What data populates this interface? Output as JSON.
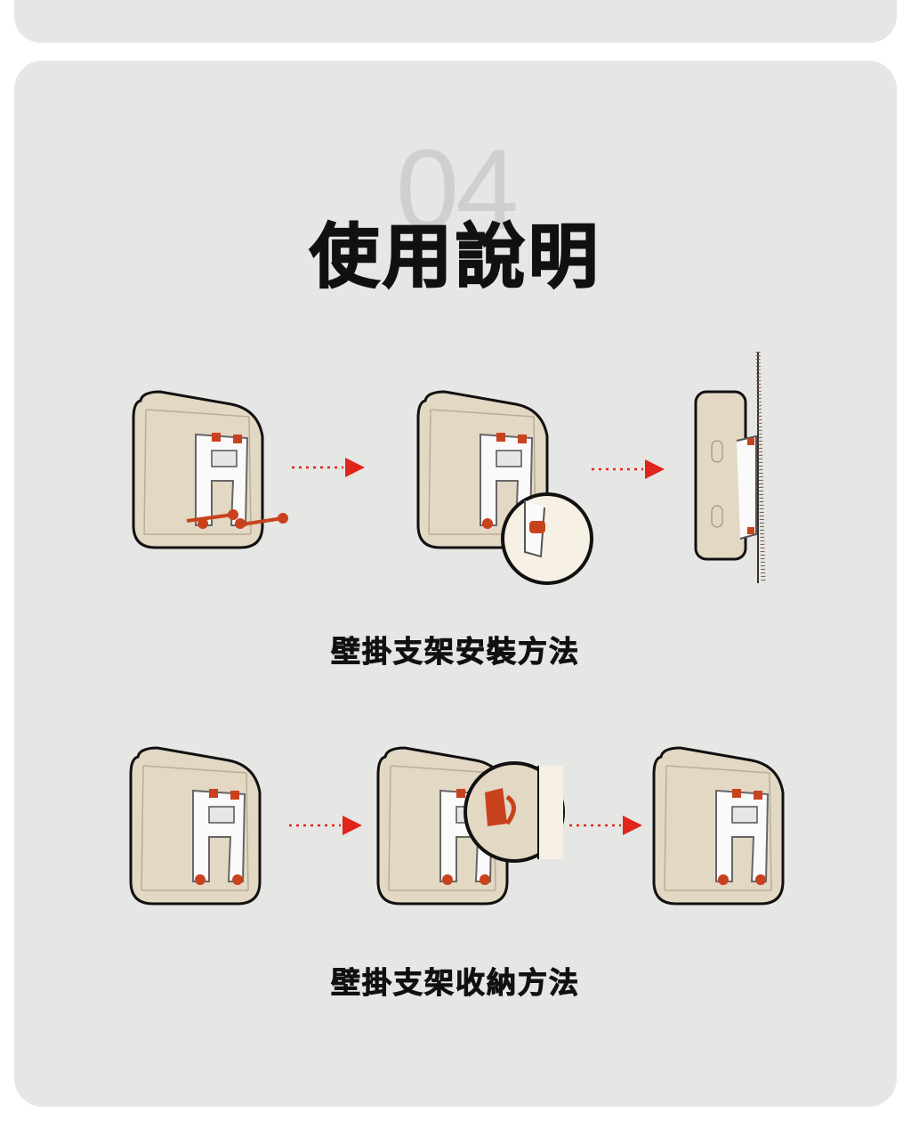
{
  "section": {
    "number": "04",
    "title": "使用說明"
  },
  "steps": [
    {
      "caption": "壁掛支架安裝方法"
    },
    {
      "caption": "壁掛支架收納方法"
    }
  ],
  "colors": {
    "card": "#e6e6e4",
    "device": "#e2d8c4",
    "accent": "#e0251b",
    "clip": "#c9421e"
  },
  "icons": [
    "arrow-right-icon",
    "device-back-icon",
    "magnifier-icon",
    "wall-icon"
  ]
}
